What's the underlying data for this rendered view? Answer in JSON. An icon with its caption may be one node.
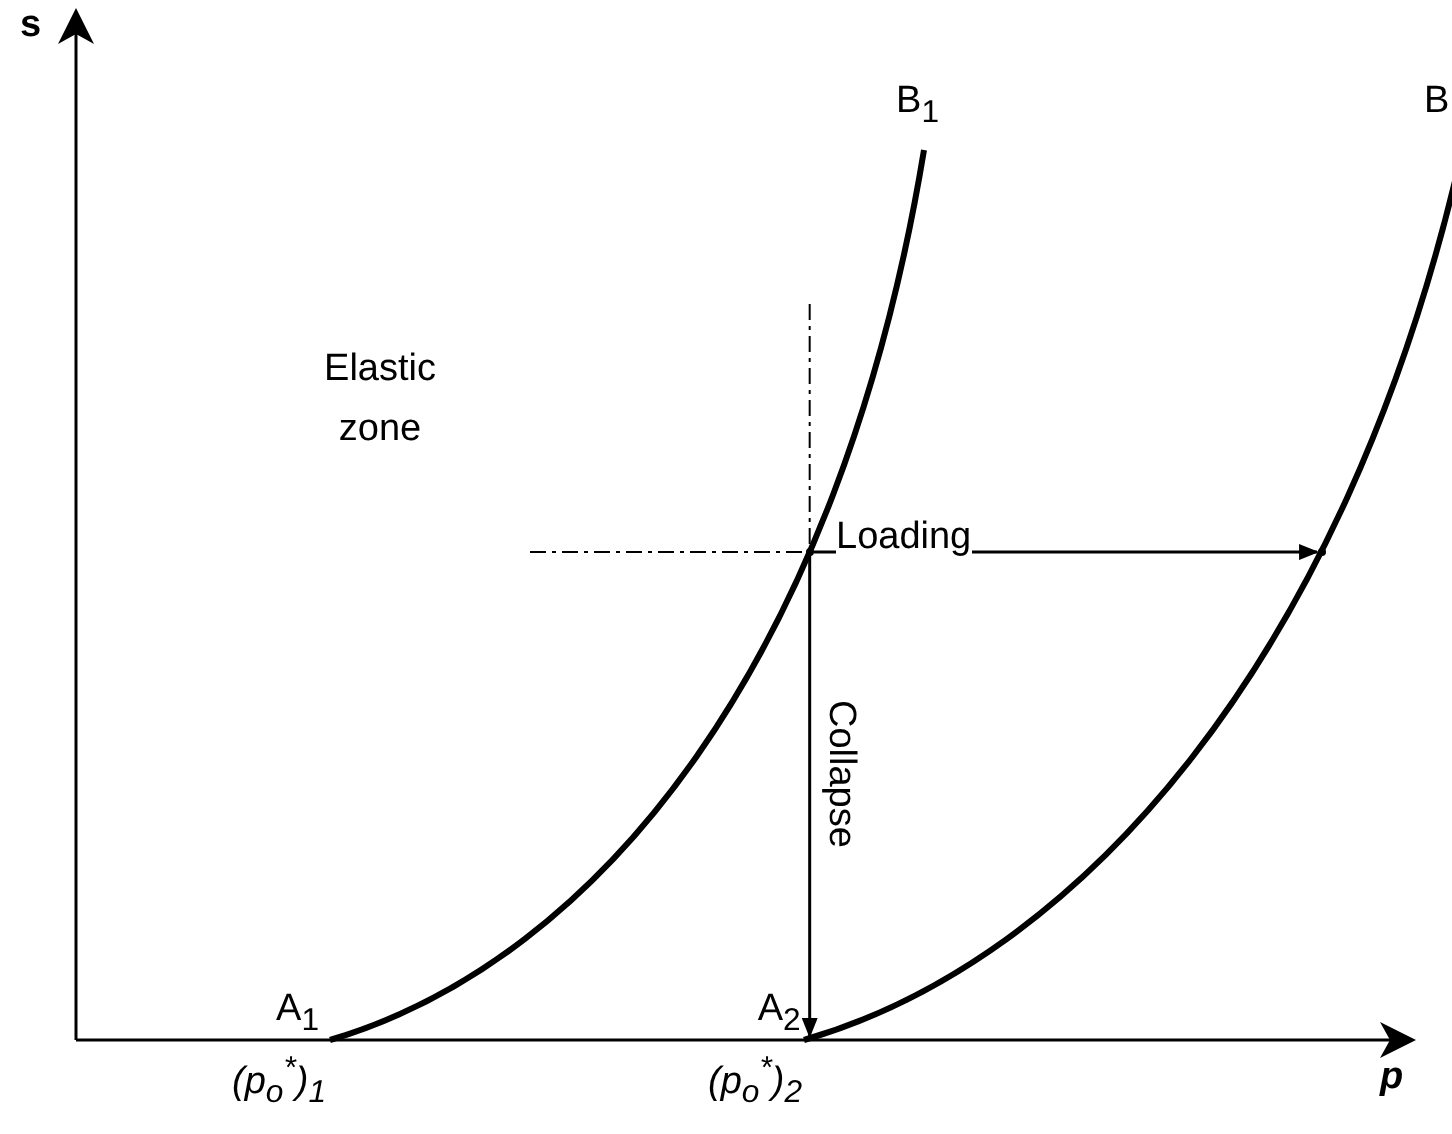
{
  "diagram": {
    "nodes": [
      {
        "text": [],
        "shape": "point"
      },
      {
        "text": [],
        "shape": "point"
      },
      {
        "text": [
          "A$_{2}$"
        ]
      }
    ],
    "edges": [
      {
        "from": 0,
        "to": 1,
        "arrow": "to",
        "label": "Loading"
      },
      {
        "from": 0,
        "to": 2,
        "arrow": "to",
        "label": "Collapse"
      }
    ],
    "labels": [
      "s",
      "B$_{1}$",
      "B",
      "Elastic zone",
      "A$_{1}$",
      "(p$_{o}$$^{*}$)$_{1}$",
      "(p$_{o}$$^{*}$)$_{2}$",
      "p"
    ]
  }
}
